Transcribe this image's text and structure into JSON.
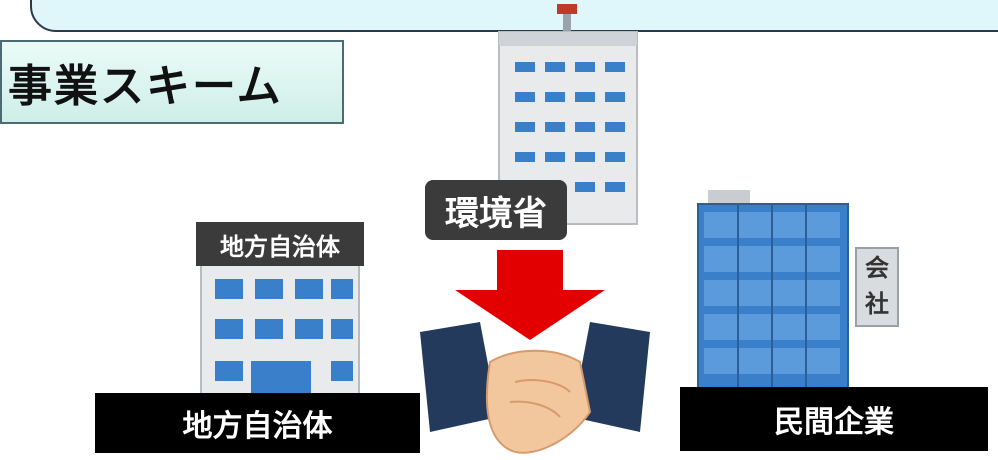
{
  "title": "事業スキーム",
  "ministry_sign": "環境省",
  "local_gov_sign": "地方自治体",
  "company_sign": [
    "会",
    "社"
  ],
  "labels": {
    "local_gov": "地方自治体",
    "private_company": "民間企業"
  },
  "colors": {
    "banner": "#dff6fb",
    "arrow": "#e30000",
    "label_bg": "#000000",
    "building_blue": "#3a7fc9"
  }
}
